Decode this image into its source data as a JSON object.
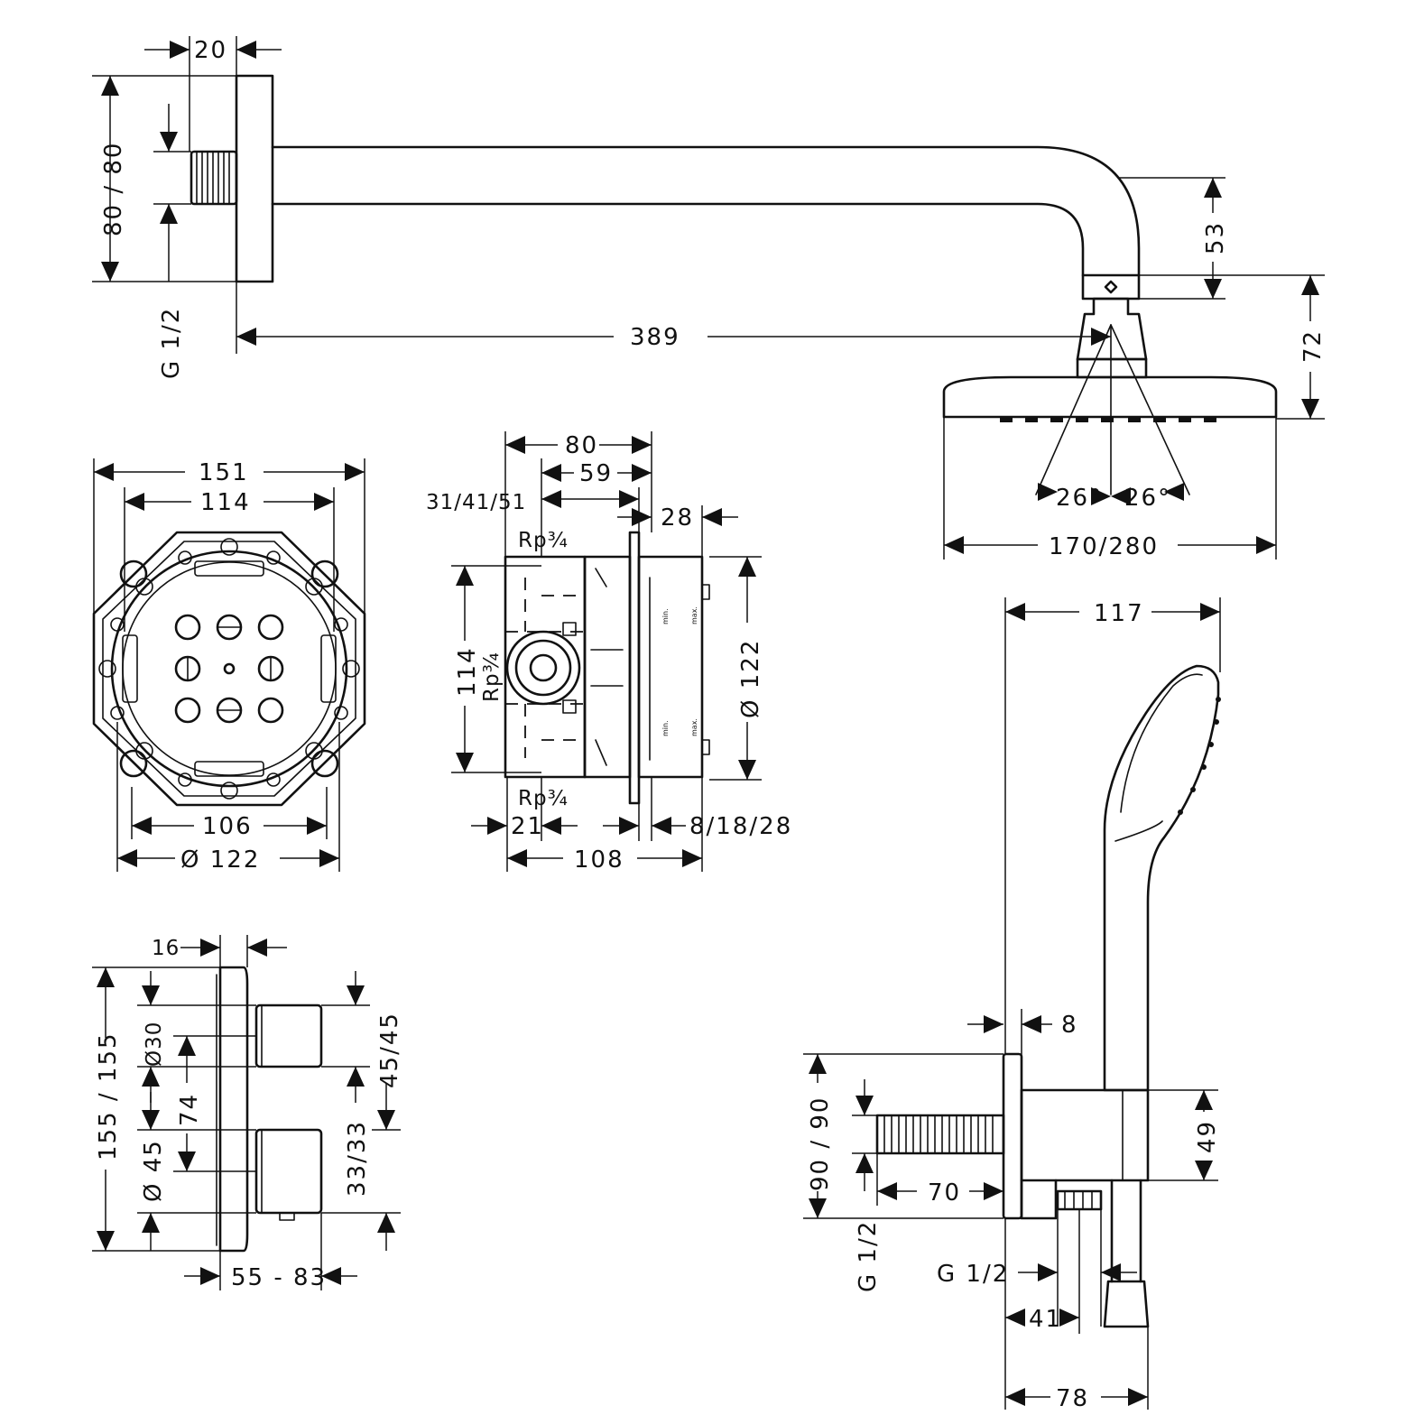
{
  "arm": {
    "d_20": "20",
    "d_80_80": "80 / 80",
    "d_g12": "G 1/2",
    "d_389": "389",
    "d_53": "53",
    "d_72": "72",
    "d_26a": "26°",
    "d_26b": "26°",
    "d_170_280": "170/280"
  },
  "box_front": {
    "d_151": "151",
    "d_114": "114",
    "d_106": "106",
    "d_122": "Ø 122"
  },
  "box_side": {
    "d_80": "80",
    "d_59": "59",
    "d_31_41_51": "31/41/51",
    "d_28": "28",
    "d_rp_top": "Rp¾",
    "d_rp_mid": "Rp¾",
    "d_rp_bot": "Rp¾",
    "d_114": "114",
    "d_122": "Ø 122",
    "d_21": "21",
    "d_8_18_28": "8/18/28",
    "d_108": "108",
    "min": "min.",
    "max": "max."
  },
  "trim": {
    "d_16": "16",
    "d_155_155": "155 / 155",
    "d_30": "Ø30",
    "d_74": "74",
    "d_45": "Ø 45",
    "d_45_45": "45/45",
    "d_33_33": "33/33",
    "d_55_83": "55 - 83"
  },
  "hand": {
    "d_117": "117",
    "d_8": "8",
    "d_49": "49",
    "d_90_90": "90 / 90",
    "d_70": "70",
    "d_g12_left": "G 1/2",
    "d_g12_right": "G 1/2",
    "d_41": "41",
    "d_78": "78"
  }
}
